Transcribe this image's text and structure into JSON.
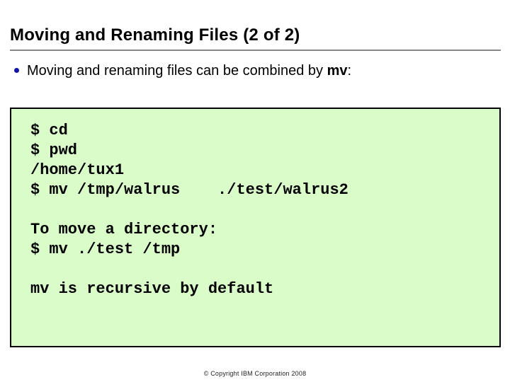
{
  "slide": {
    "title": "Moving and Renaming Files (2 of 2)",
    "bullet": {
      "before": "Moving and renaming files can be combined by ",
      "term": "mv",
      "after": ":"
    },
    "code_box": {
      "lines": [
        "$ cd",
        "$ pwd",
        "/home/tux1",
        "$ mv /tmp/walrus    ./test/walrus2",
        "",
        "To move a directory:",
        "$ mv ./test /tmp",
        "",
        "mv is recursive by default"
      ]
    },
    "footer": "© Copyright IBM Corporation 2008"
  },
  "colors": {
    "code-bg": "#d9fcc9",
    "code-border": "#000000",
    "bullet-color": "#1212ad",
    "divider": "#878787",
    "text": "#000000",
    "footer-text": "#222222",
    "page-bg": "#ffffff"
  }
}
